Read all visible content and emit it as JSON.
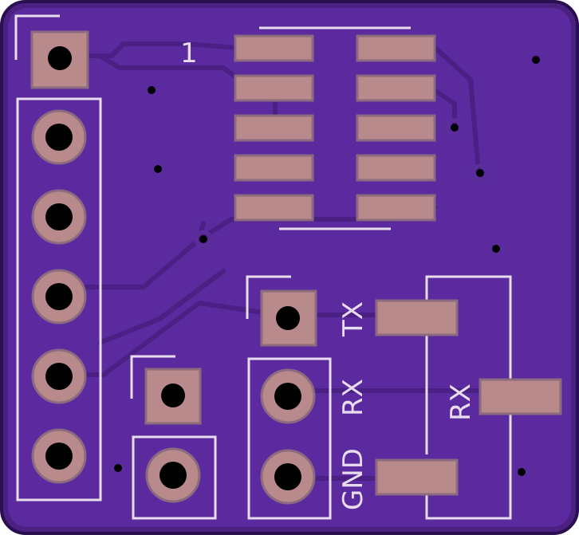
{
  "board": {
    "colors": {
      "substrate": "#3f1f6e",
      "copper": "#5a2d9a",
      "trace": "#4f2a8c",
      "pad": "#b98a8c",
      "pad_edge": "#8c6a80",
      "drill": "#000000",
      "silk": "#e8dcef",
      "mask": "#6b36b0"
    },
    "labels": {
      "pin1": "1",
      "tx": "TX",
      "rx_left": "RX",
      "gnd": "GND",
      "rx_right": "RX"
    }
  }
}
